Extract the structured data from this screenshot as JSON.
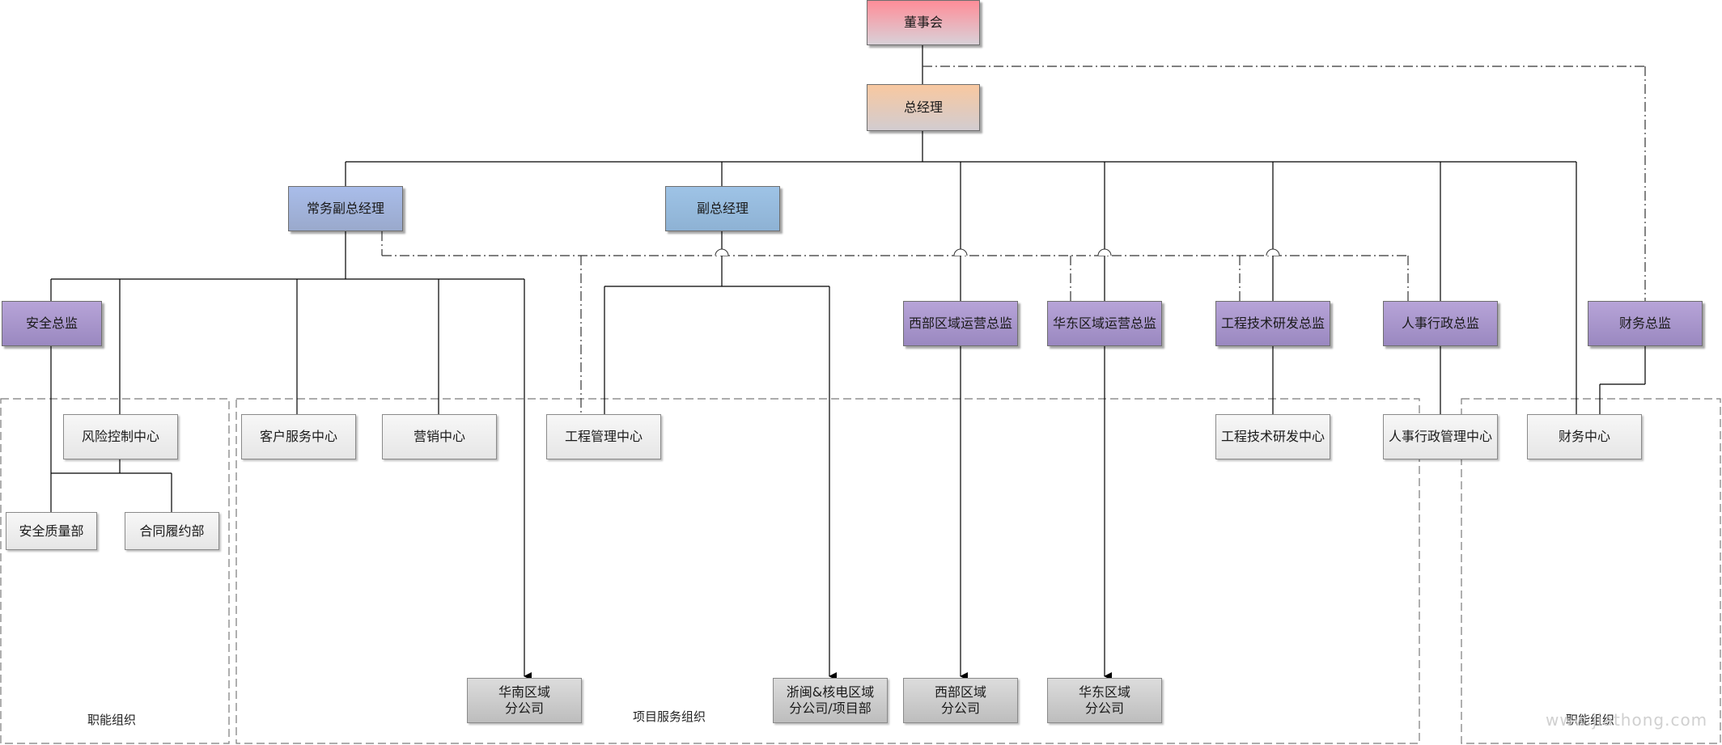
{
  "nodes": {
    "board": "董事会",
    "gm": "总经理",
    "exec_vp": "常务副总经理",
    "vp": "副总经理",
    "safety_dir": "安全总监",
    "west_dir": "西部区域运营总监",
    "east_dir": "华东区域运营总监",
    "rd_dir": "工程技术研发总监",
    "hr_dir": "人事行政总监",
    "fin_dir": "财务总监",
    "risk_center": "风险控制中心",
    "safety_quality": "安全质量部",
    "contract": "合同履约部",
    "customer_center": "客户服务中心",
    "marketing_center": "营销中心",
    "eng_mgmt_center": "工程管理中心",
    "rd_center": "工程技术研发中心",
    "hr_center": "人事行政管理中心",
    "fin_center": "财务中心",
    "south_branch_1": "华南区域",
    "south_branch_2": "分公司",
    "zhe_branch_1": "浙闽&核电区域",
    "zhe_branch_2": "分公司/项目部",
    "west_branch_1": "西部区域",
    "west_branch_2": "分公司",
    "east_branch_1": "华东区域",
    "east_branch_2": "分公司"
  },
  "groups": {
    "functional": "职能组织",
    "project_service": "项目服务组织",
    "support": "职能组织"
  },
  "watermark": "www.jiathong.com",
  "colors": {
    "board": "#ff8d98",
    "gm": "#f8c8a0",
    "vp": "#a9bdea",
    "director": "#b7a4d8",
    "center": "#f0f0f0",
    "branch": "#c8c8c8"
  }
}
